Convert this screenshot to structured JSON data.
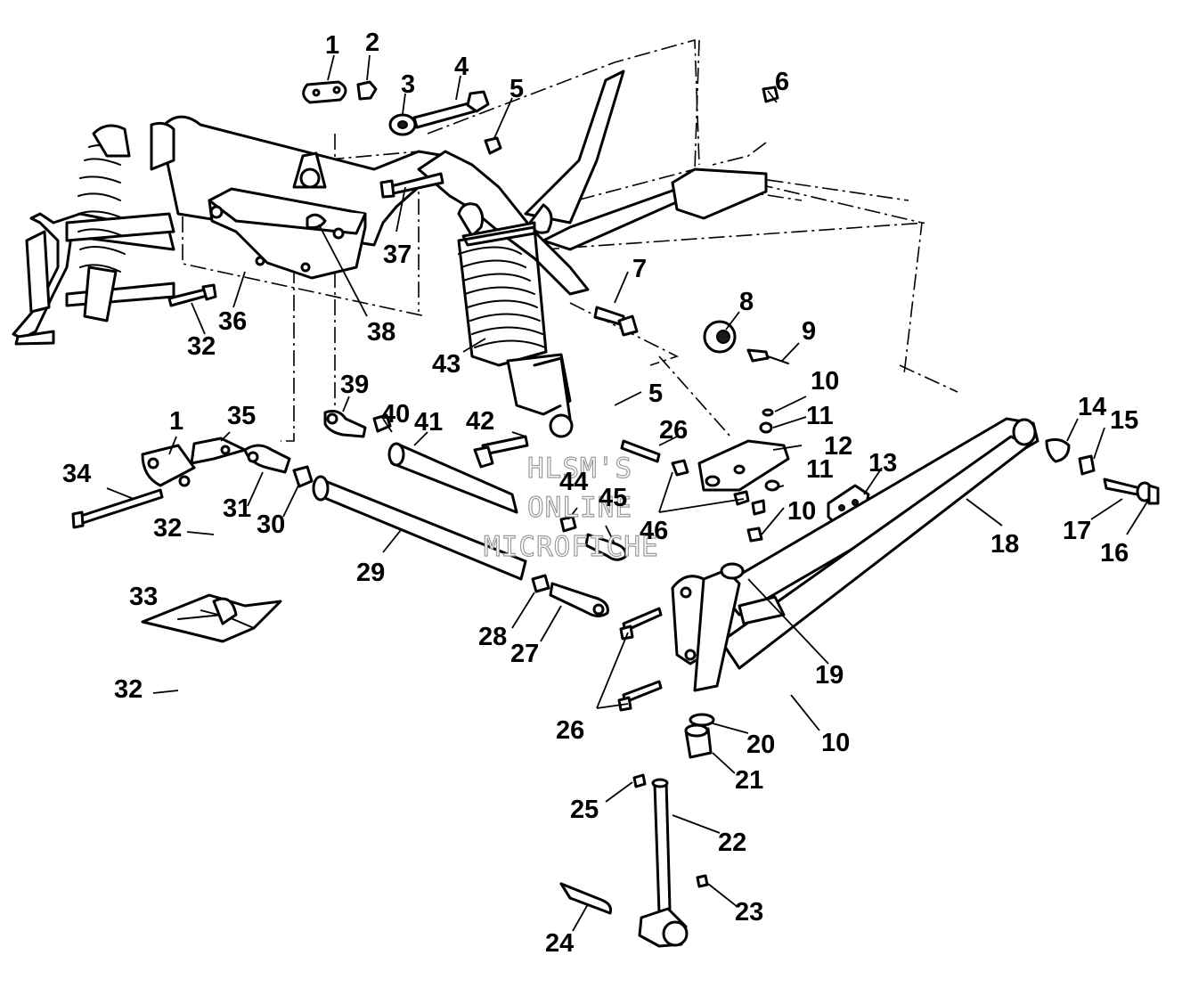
{
  "diagram": {
    "type": "exploded-parts-diagram",
    "watermark": [
      "HLSM'S",
      "ONLINE",
      "MICROFICHE"
    ],
    "callouts": [
      "1",
      "2",
      "3",
      "4",
      "5",
      "6",
      "37",
      "7",
      "8",
      "9",
      "38",
      "36",
      "32",
      "43",
      "10",
      "11",
      "12",
      "39",
      "40",
      "41",
      "42",
      "5",
      "26",
      "14",
      "15",
      "35",
      "1",
      "34",
      "31",
      "30",
      "32",
      "29",
      "44",
      "45",
      "46",
      "11",
      "10",
      "13",
      "18",
      "17",
      "16",
      "33",
      "28",
      "27",
      "19",
      "32",
      "26",
      "20",
      "21",
      "10",
      "25",
      "22",
      "23",
      "24"
    ]
  }
}
